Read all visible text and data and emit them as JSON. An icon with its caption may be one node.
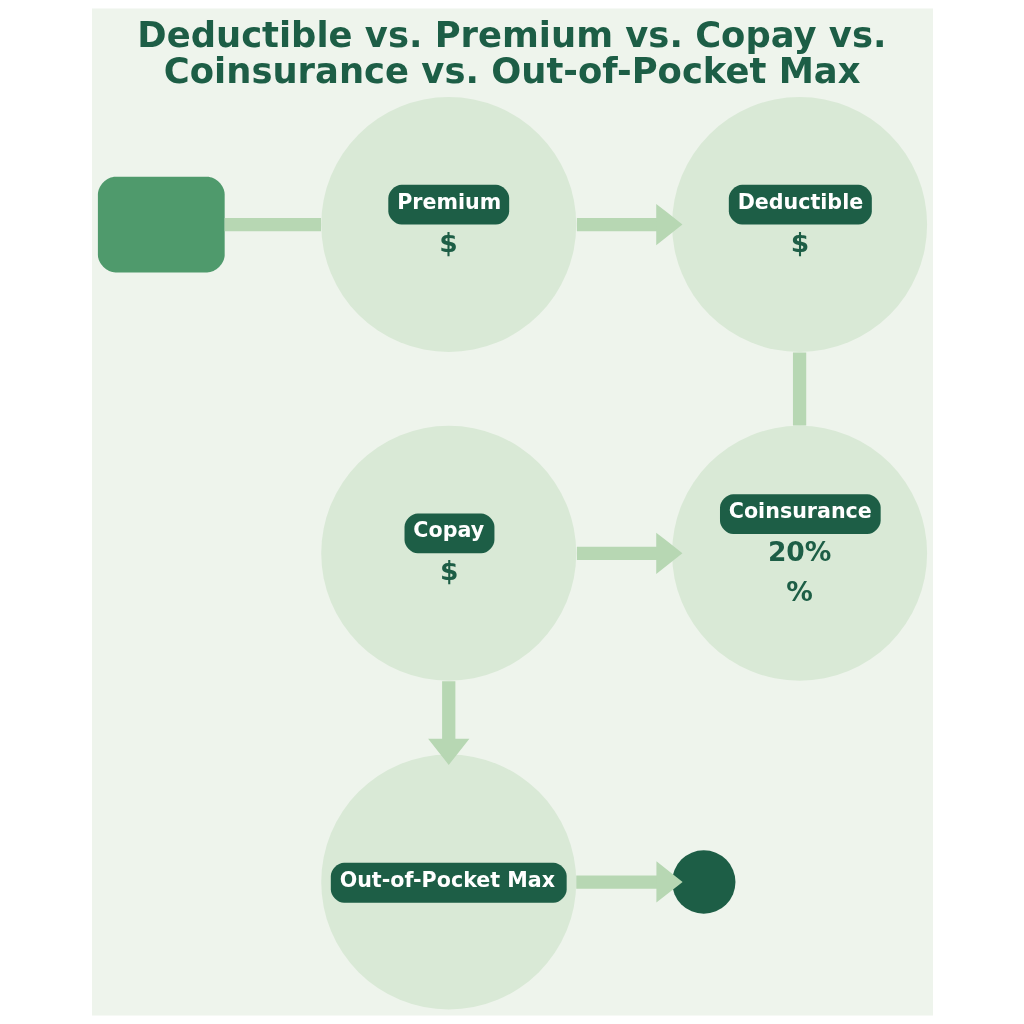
{
  "diagram": {
    "title": "Deductible vs. Premium vs. Copay vs. Coinsurance vs. Out-of-Pocket Max",
    "nodes": [
      {
        "text": [],
        "shape": "box"
      },
      {
        "text": [
          "Premium",
          "$"
        ]
      },
      {
        "text": [
          "Deductible",
          "$"
        ]
      },
      {
        "text": [
          "Copay",
          "$"
        ]
      },
      {
        "text": [
          "Coinsurance",
          "20%",
          "%"
        ]
      },
      {
        "text": [
          "Out-of-Pocket Max"
        ]
      },
      {
        "text": [],
        "shape": "circle"
      }
    ],
    "edges": [
      {
        "from": 0,
        "to": 1,
        "arrow": "none"
      },
      {
        "from": 1,
        "to": 2,
        "arrow": "to"
      },
      {
        "from": 2,
        "to": 4,
        "arrow": "none"
      },
      {
        "from": 3,
        "to": 4,
        "arrow": "to"
      },
      {
        "from": 3,
        "to": 5,
        "arrow": "to"
      },
      {
        "from": 5,
        "to": 6,
        "arrow": "to"
      }
    ]
  }
}
